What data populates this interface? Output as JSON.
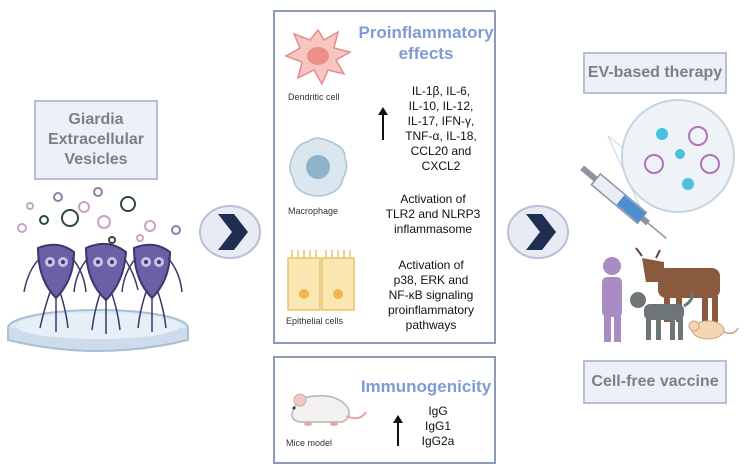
{
  "left": {
    "title_lines": [
      "Giardia",
      "Extracellular",
      "Vesicles"
    ]
  },
  "proinflammatory": {
    "title_lines": [
      "Proinflammatory",
      "effects"
    ],
    "cells": [
      "Dendritic cell",
      "Macrophage",
      "Epithelial cells"
    ],
    "cytokines": [
      "IL-1β, IL-6,",
      "IL-10, IL-12,",
      "IL-17, IFN-γ,",
      "TNF-α, IL-18,",
      "CCL20 and",
      "CXCL2"
    ],
    "tlr": [
      "Activation of",
      "TLR2 and NLRP3",
      "inflammasome"
    ],
    "signaling": [
      "Activation of",
      "p38, ERK and",
      "NF-κB signaling",
      "proinflammatory",
      "pathways"
    ]
  },
  "immunogenicity": {
    "title": "Immunogenicity",
    "model": "Mice model",
    "antibodies": [
      "IgG",
      "IgG1",
      "IgG2a"
    ]
  },
  "right": {
    "therapy": "EV-based therapy",
    "vaccine": "Cell-free vaccine"
  },
  "colors": {
    "panel_border": "#8d9ab8",
    "title_blue": "#7f9bd3",
    "label_bg": "#eef0f8",
    "chevron": "#1f2f52"
  }
}
